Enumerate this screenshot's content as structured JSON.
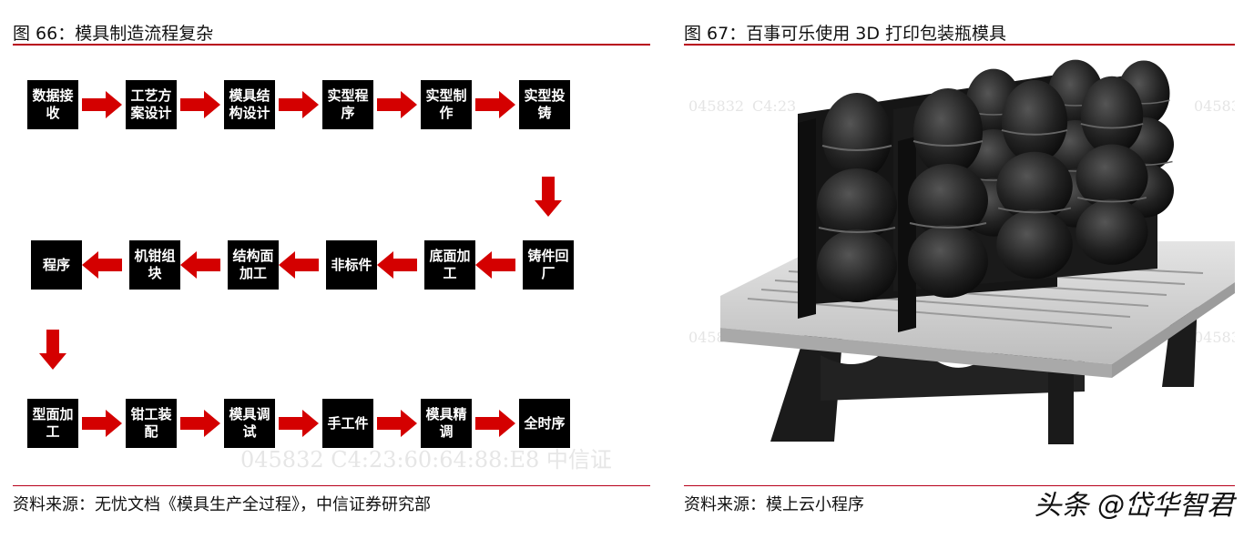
{
  "left_figure": {
    "title": "图 66：模具制造流程复杂",
    "source": "资料来源：无忧文档《模具生产全过程》，中信证券研究部",
    "watermark": "045832   C4:23:60:64:88:E8   中信证",
    "row1": [
      "数据接收",
      "工艺方案设计",
      "模具结构设计",
      "实型程序",
      "实型制作",
      "实型投铸"
    ],
    "row2": [
      "程序",
      "机钳组块",
      "结构面加工",
      "非标件",
      "底面加工",
      "铸件回厂"
    ],
    "row3": [
      "型面加工",
      "钳工装配",
      "模具调试",
      "手工件",
      "模具精调",
      "全时序"
    ]
  },
  "right_figure": {
    "title": "图 67：百事可乐使用 3D 打印包装瓶模具",
    "source": "资料来源：模上云小程序",
    "watermark_a": "045832",
    "watermark_b": "C4:23",
    "watermark_c": "04583"
  },
  "brand_mark": "头条 @岱华智君",
  "colors": {
    "accent_red": "#b8001a",
    "arrow_red": "#d40000"
  }
}
